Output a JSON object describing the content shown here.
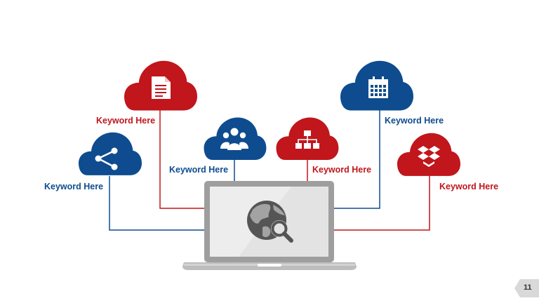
{
  "colors": {
    "red": "#C0161C",
    "blue": "#0E4C8F",
    "laptop_frame": "#9E9E9E",
    "screen": "#E3E3E3",
    "globe": "#555555"
  },
  "labels": {
    "share": "Keyword Here",
    "document": "Keyword Here",
    "users": "Keyword Here",
    "hierarchy": "Keyword Here",
    "calendar": "Keyword Here",
    "dropbox": "Keyword Here"
  },
  "icons": {
    "share": "share-icon",
    "document": "document-icon",
    "users": "users-icon",
    "hierarchy": "hierarchy-icon",
    "calendar": "calendar-icon",
    "dropbox": "dropbox-icon",
    "center": "globe-search-icon"
  },
  "page_number": "11"
}
